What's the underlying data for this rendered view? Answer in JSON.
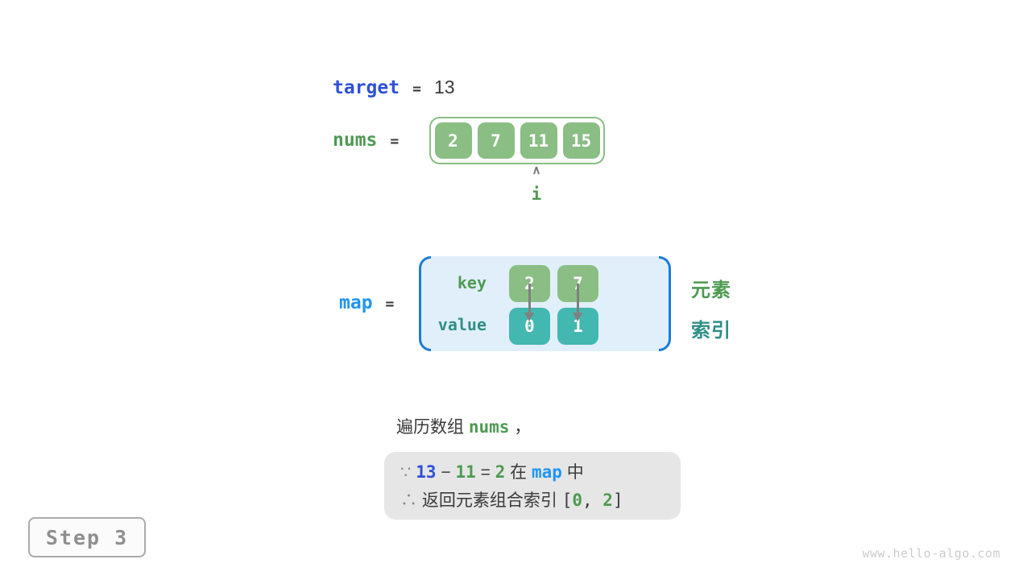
{
  "colors": {
    "royal_blue": "#2e51d8",
    "bright_blue": "#2095f2",
    "green": "#4e9a52",
    "box_green": "#8abe84",
    "teal": "#2e8f86",
    "box_teal": "#42b8b0",
    "dark": "#3a3a3a",
    "gray": "#8a8a8a",
    "arrow_gray": "#808080",
    "map_fill": "#e1effa",
    "map_bracket": "#1b7cd6",
    "conclusion_bg": "#e6e6e6",
    "step_text": "#8f8f8f",
    "watermark": "#cccccc"
  },
  "target_row": {
    "label": "target",
    "equals": "=",
    "value": "13"
  },
  "nums_row": {
    "label": "nums",
    "equals": "=",
    "cells": [
      "2",
      "7",
      "11",
      "15"
    ],
    "pointer": {
      "glyph": "∧",
      "label": "i"
    }
  },
  "map_row": {
    "label": "map",
    "equals": "=",
    "key_label": "key",
    "value_label": "value",
    "keys": [
      "2",
      "7"
    ],
    "values": [
      "0",
      "1"
    ],
    "element_label": "元素",
    "index_label": "索引"
  },
  "caption": {
    "segments": [
      {
        "t": "遍历数组 ",
        "c": "dark"
      },
      {
        "t": "nums",
        "c": "green",
        "b": 1,
        "m": 1
      },
      {
        "t": " ，",
        "c": "dark"
      }
    ]
  },
  "conclusion": {
    "line1": [
      {
        "t": "∵ ",
        "c": "gray"
      },
      {
        "t": "13",
        "c": "royal_blue",
        "b": 1,
        "m": 1
      },
      {
        "t": " − ",
        "c": "dark"
      },
      {
        "t": "11",
        "c": "green",
        "b": 1,
        "m": 1
      },
      {
        "t": " = ",
        "c": "dark"
      },
      {
        "t": "2",
        "c": "green",
        "b": 1,
        "m": 1
      },
      {
        "t": " 在 ",
        "c": "dark"
      },
      {
        "t": "map",
        "c": "bright_blue",
        "b": 1,
        "m": 1
      },
      {
        "t": " 中",
        "c": "dark"
      }
    ],
    "line2": [
      {
        "t": "∴ ",
        "c": "gray"
      },
      {
        "t": "返回元素组合索引 ",
        "c": "dark"
      },
      {
        "t": "[",
        "c": "dark",
        "m": 1
      },
      {
        "t": "0",
        "c": "green",
        "b": 1,
        "m": 1
      },
      {
        "t": ", ",
        "c": "dark",
        "m": 1
      },
      {
        "t": "2",
        "c": "green",
        "b": 1,
        "m": 1
      },
      {
        "t": "]",
        "c": "dark",
        "m": 1
      }
    ]
  },
  "step_badge": {
    "label": "Step 3"
  },
  "watermark": {
    "text": "www.hello-algo.com"
  }
}
